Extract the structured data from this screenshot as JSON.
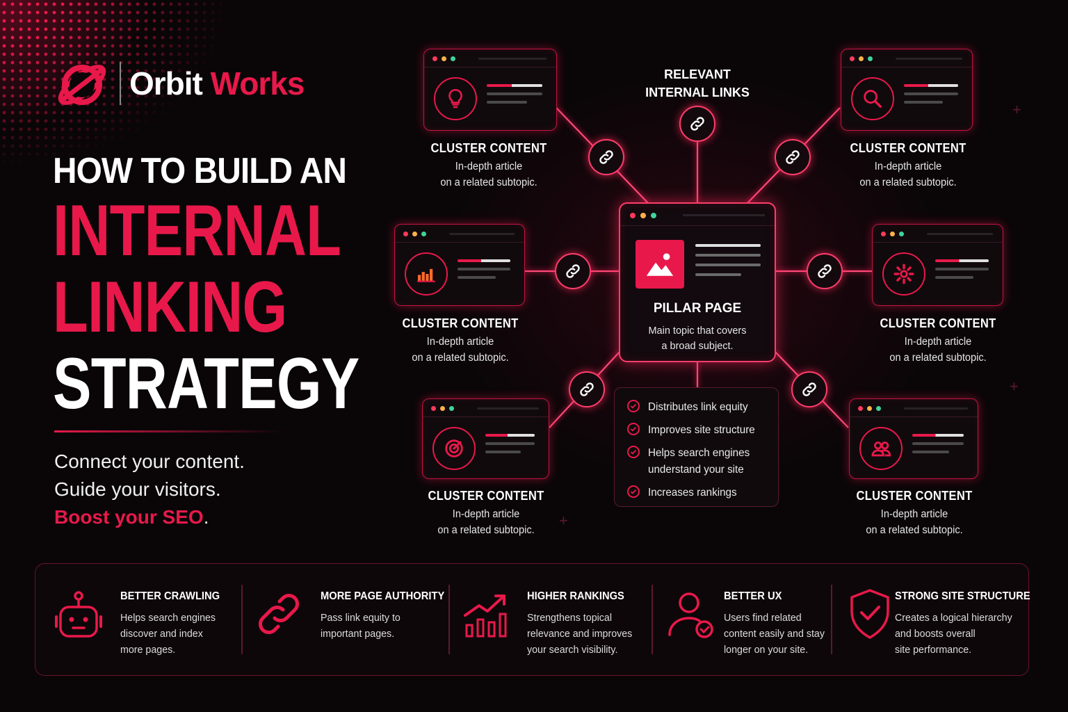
{
  "brand": {
    "name_part1": "Orbit ",
    "name_part2": "Works"
  },
  "headline": {
    "line1": "HOW TO BUILD AN",
    "line2": "INTERNAL",
    "line3": "LINKING",
    "line4": "STRATEGY"
  },
  "tagline": {
    "line1": "Connect your content.",
    "line2": "Guide your visitors.",
    "line3_highlight": "Boost your SEO",
    "line3_suffix": "."
  },
  "diagram": {
    "links_label": {
      "line1": "RELEVANT",
      "line2": "INTERNAL LINKS"
    },
    "pillar": {
      "title": "PILLAR PAGE",
      "desc_line1": "Main topic that covers",
      "desc_line2": "a broad subject."
    },
    "cluster_title": "CLUSTER CONTENT",
    "cluster_desc_line1": "In-depth article",
    "cluster_desc_line2": "on a related subtopic.",
    "clusters": [
      {
        "icon": "lightbulb-icon",
        "title": "CLUSTER CONTENT",
        "desc1": "In-depth article",
        "desc2": "on a related subtopic."
      },
      {
        "icon": "search-icon",
        "title": "CLUSTER CONTENT",
        "desc1": "In-depth article",
        "desc2": "on a related subtopic."
      },
      {
        "icon": "bar-chart-icon",
        "title": "CLUSTER CONTENT",
        "desc1": "In-depth article",
        "desc2": "on a related subtopic."
      },
      {
        "icon": "gear-icon",
        "title": "CLUSTER CONTENT",
        "desc1": "In-depth article",
        "desc2": "on a related subtopic."
      },
      {
        "icon": "target-icon",
        "title": "CLUSTER CONTENT",
        "desc1": "In-depth article",
        "desc2": "on a related subtopic."
      },
      {
        "icon": "users-icon",
        "title": "CLUSTER CONTENT",
        "desc1": "In-depth article",
        "desc2": "on a related subtopic."
      }
    ],
    "benefits": [
      "Distributes link equity",
      "Improves site structure",
      "Helps search engines",
      "understand your site",
      "Increases rankings"
    ]
  },
  "features": [
    {
      "icon": "robot-icon",
      "title": "BETTER CRAWLING",
      "desc": "Helps search engines\ndiscover and index\nmore pages."
    },
    {
      "icon": "chain-link-icon",
      "title": "MORE PAGE AUTHORITY",
      "desc": "Pass link equity to\nimportant pages."
    },
    {
      "icon": "rising-chart-icon",
      "title": "HIGHER RANKINGS",
      "desc": "Strengthens topical\nrelevance and improves\nyour search visibility."
    },
    {
      "icon": "user-check-icon",
      "title": "BETTER UX",
      "desc": "Users find related\ncontent easily and stay\nlonger on your site."
    },
    {
      "icon": "shield-check-icon",
      "title": "STRONG SITE STRUCTURE",
      "desc": "Creates a logical hierarchy\nand boosts overall\nsite performance."
    }
  ],
  "colors": {
    "accent": "#e8194a",
    "background": "#0a0608",
    "text": "#ffffff"
  }
}
